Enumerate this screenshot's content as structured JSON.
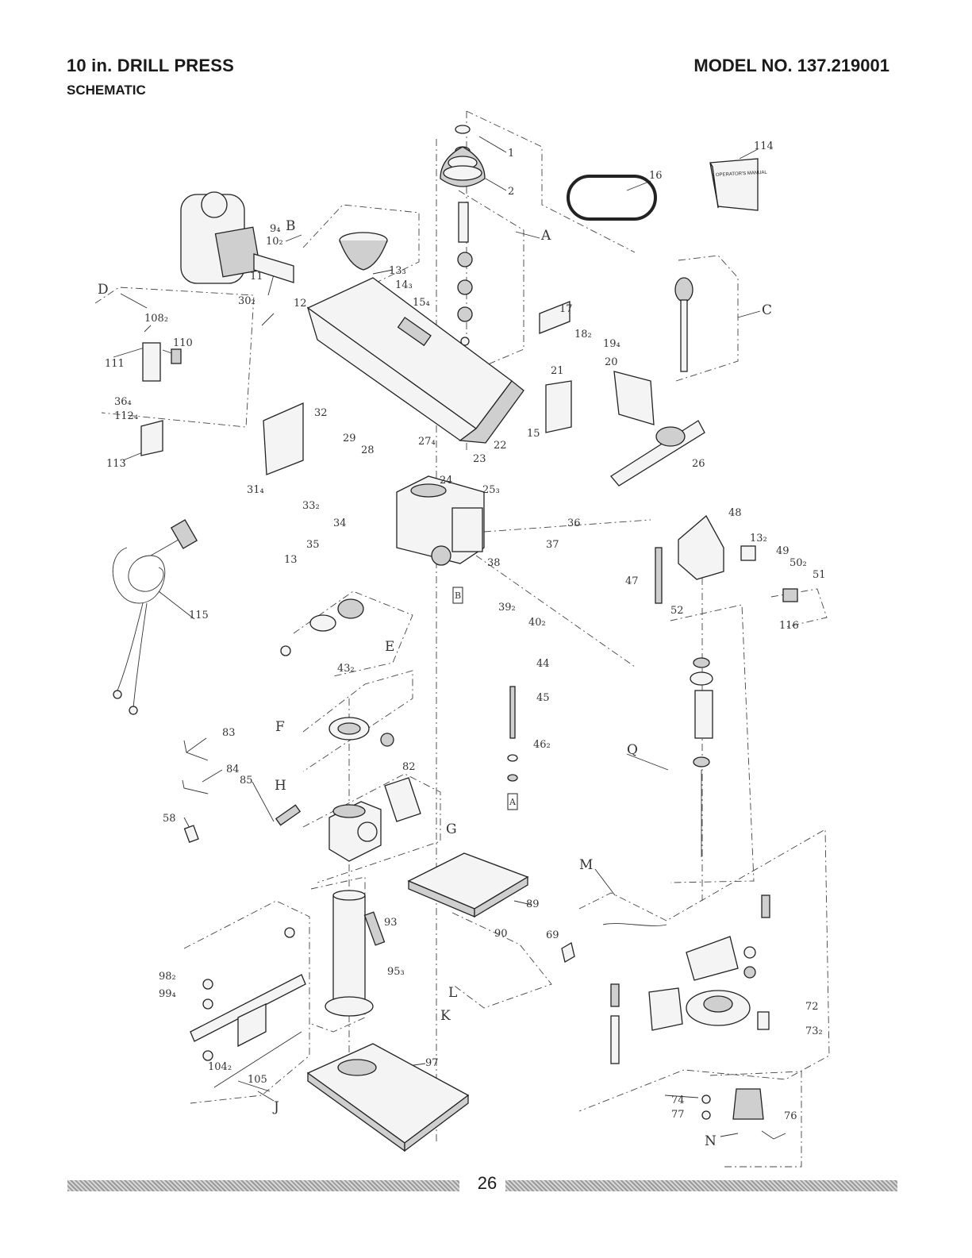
{
  "header": {
    "title": "10 in. DRILL PRESS",
    "subtitle": "SCHEMATIC",
    "model": "MODEL NO. 137.219001"
  },
  "footer": {
    "page_number": "26"
  },
  "manual_cover": {
    "text": "OPERATOR'S MANUAL"
  },
  "callouts": {
    "c1": "1",
    "c2": "2",
    "c9": "9₄",
    "c10": "10₂",
    "c11": "11",
    "c12": "12",
    "c13a": "13₃",
    "c14": "14₃",
    "c15a": "15₄",
    "c16": "16",
    "c17": "17",
    "c18": "18₂",
    "c19": "19₄",
    "c20": "20",
    "c21": "21",
    "c22": "22",
    "c23": "23",
    "c24": "24",
    "c25": "25₃",
    "c26": "26",
    "c27": "27₄",
    "c28": "28",
    "c29": "29",
    "c30": "30₂",
    "c31": "31₄",
    "c32": "32",
    "c33": "33₂",
    "c34": "34",
    "c35": "35",
    "c36a": "36₄",
    "c36b": "36",
    "c37": "37",
    "c38": "38",
    "c39": "39₂",
    "c40": "40₂",
    "c43": "43₂",
    "c44": "44",
    "c45": "45",
    "c46": "46₂",
    "c47": "47",
    "c48": "48",
    "c49": "49",
    "c50": "50₂",
    "c51": "51",
    "c52": "52",
    "c58": "58",
    "c69": "69",
    "c72": "72",
    "c73": "73₂",
    "c74": "74",
    "c76": "76",
    "c77": "77",
    "c82": "82",
    "c83": "83",
    "c84": "84",
    "c85": "85",
    "c89": "89",
    "c90": "90",
    "c93": "93",
    "c95": "95₃",
    "c97": "97",
    "c98": "98₂",
    "c99": "99₄",
    "c104": "104₂",
    "c105": "105",
    "c108": "108₂",
    "c110": "110",
    "c111": "111",
    "c112": "112₄",
    "c113": "113",
    "c114": "114",
    "c115": "115",
    "c116": "116",
    "c13b": "13",
    "c13c": "13₂",
    "c15b": "15"
  },
  "groups": {
    "A": "A",
    "B": "B",
    "C": "C",
    "D": "D",
    "E": "E",
    "F": "F",
    "G": "G",
    "H": "H",
    "J": "J",
    "K": "K",
    "L": "L",
    "M": "M",
    "N": "N",
    "Q": "Q"
  },
  "markers": {
    "ref_a": "A",
    "ref_b": "B"
  }
}
